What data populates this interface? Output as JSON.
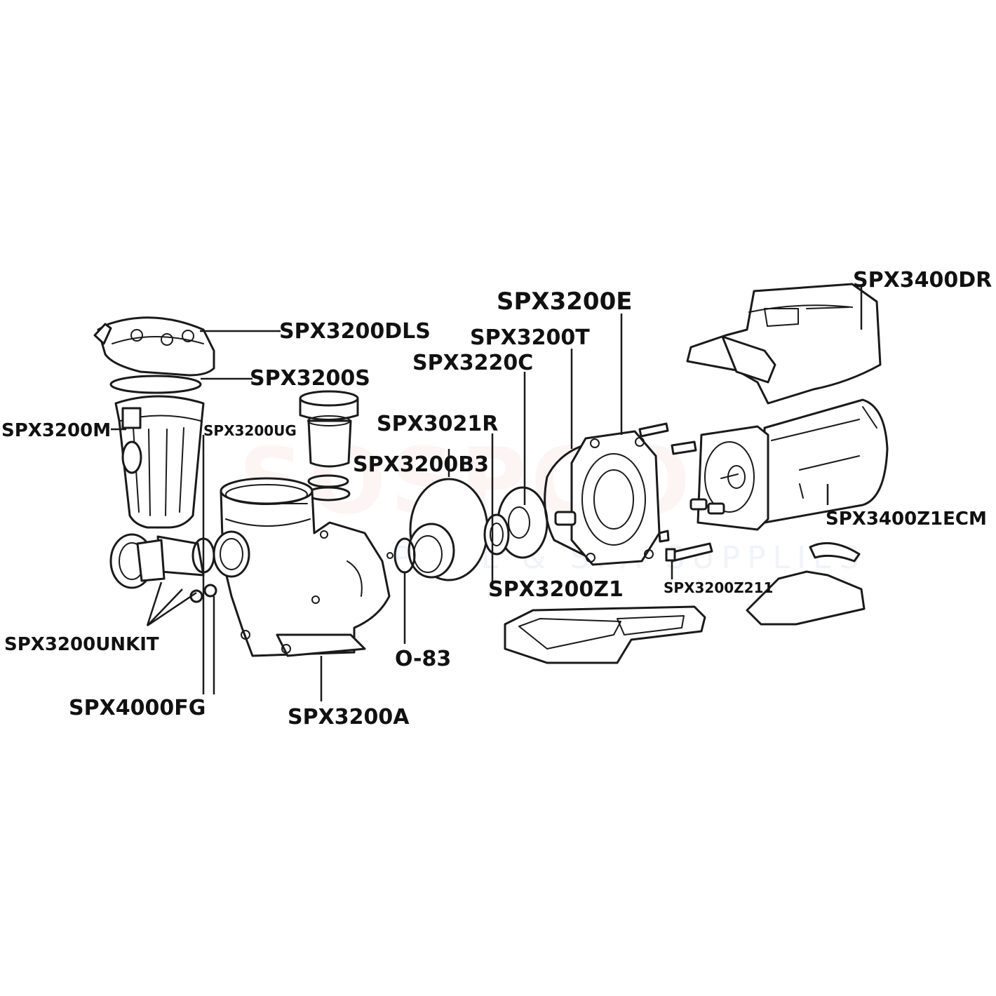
{
  "watermark": {
    "text": "SOSPOOL",
    "subtext": "POOL & SPA SUPPLIES"
  },
  "parts": {
    "lid": "SPX3200DLS",
    "lid_oring": "SPX3200S",
    "basket": "SPX3200M",
    "union_gasket": "SPX3200UG",
    "drain_plug": "SPX3200B3",
    "diffuser_oring": "SPX3021R",
    "diffuser": "SPX3220C",
    "seal_plate_oring": "SPX3200T",
    "seal_plate": "SPX3200E",
    "drive_cover": "SPX3400DR",
    "motor": "SPX3400Z1ECM",
    "impeller": "SPX3200Z1",
    "bolts": "SPX3200Z211",
    "union_kit": "SPX3200UNKIT",
    "flange_gasket": "SPX4000FG",
    "housing": "SPX3200A",
    "oring_83": "O-83"
  }
}
